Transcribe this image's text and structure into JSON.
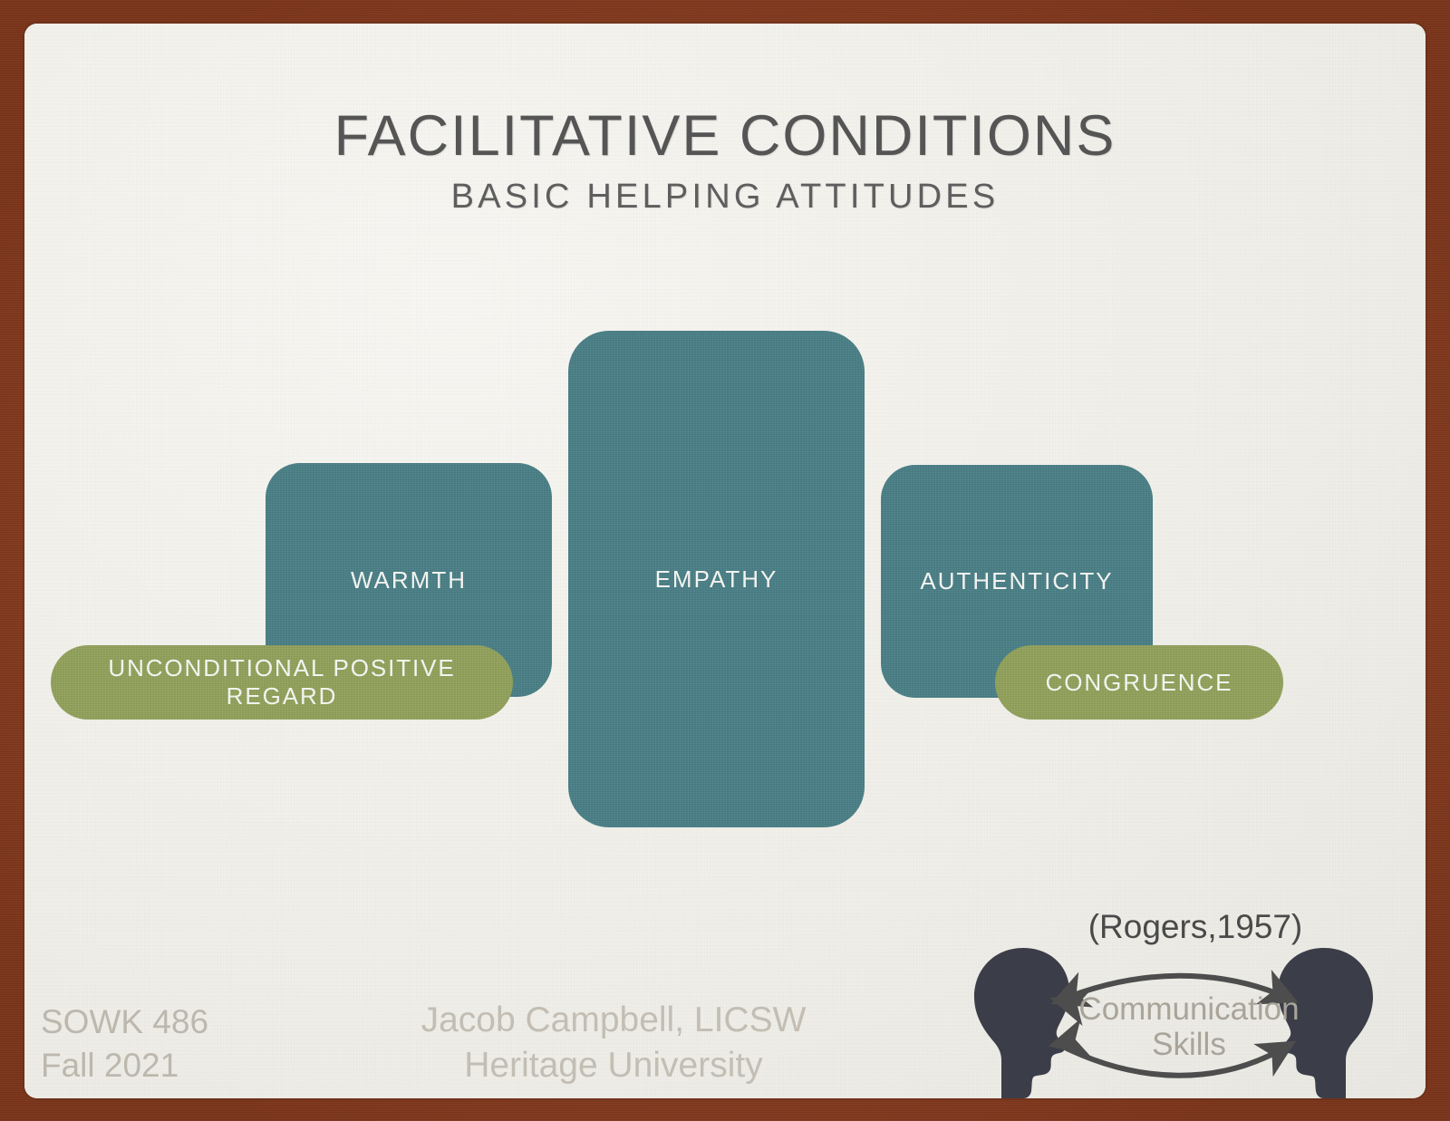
{
  "slide": {
    "title": "FACILITATIVE CONDITIONS",
    "subtitle": "BASIC HELPING ATTITUDES",
    "background_color": "#f2f1ec",
    "frame_color": "#8e3c1d"
  },
  "diagram": {
    "teal_color": "#4a8087",
    "olive_color": "#93a35c",
    "boxes": [
      {
        "id": "warmth",
        "label": "WARMTH",
        "color": "#4a8087"
      },
      {
        "id": "empathy",
        "label": "EMPATHY",
        "color": "#4a8087"
      },
      {
        "id": "authenticity",
        "label": "AUTHENTICITY",
        "color": "#4a8087"
      }
    ],
    "pills": [
      {
        "id": "unconditional-positive-regard",
        "label": "UNCONDITIONAL POSITIVE REGARD",
        "color": "#93a35c"
      },
      {
        "id": "congruence",
        "label": "CONGRUENCE",
        "color": "#93a35c"
      }
    ]
  },
  "citation": "(Rogers,1957)",
  "communication": {
    "label_line1": "Communication",
    "label_line2": "Skills",
    "label_color": "#a9a49a",
    "head_color": "#3b3d49"
  },
  "footer": {
    "course": "SOWK 486",
    "term": "Fall 2021",
    "presenter": "Jacob Campbell, LICSW",
    "institution": "Heritage University",
    "text_color": "#c3beb4"
  }
}
